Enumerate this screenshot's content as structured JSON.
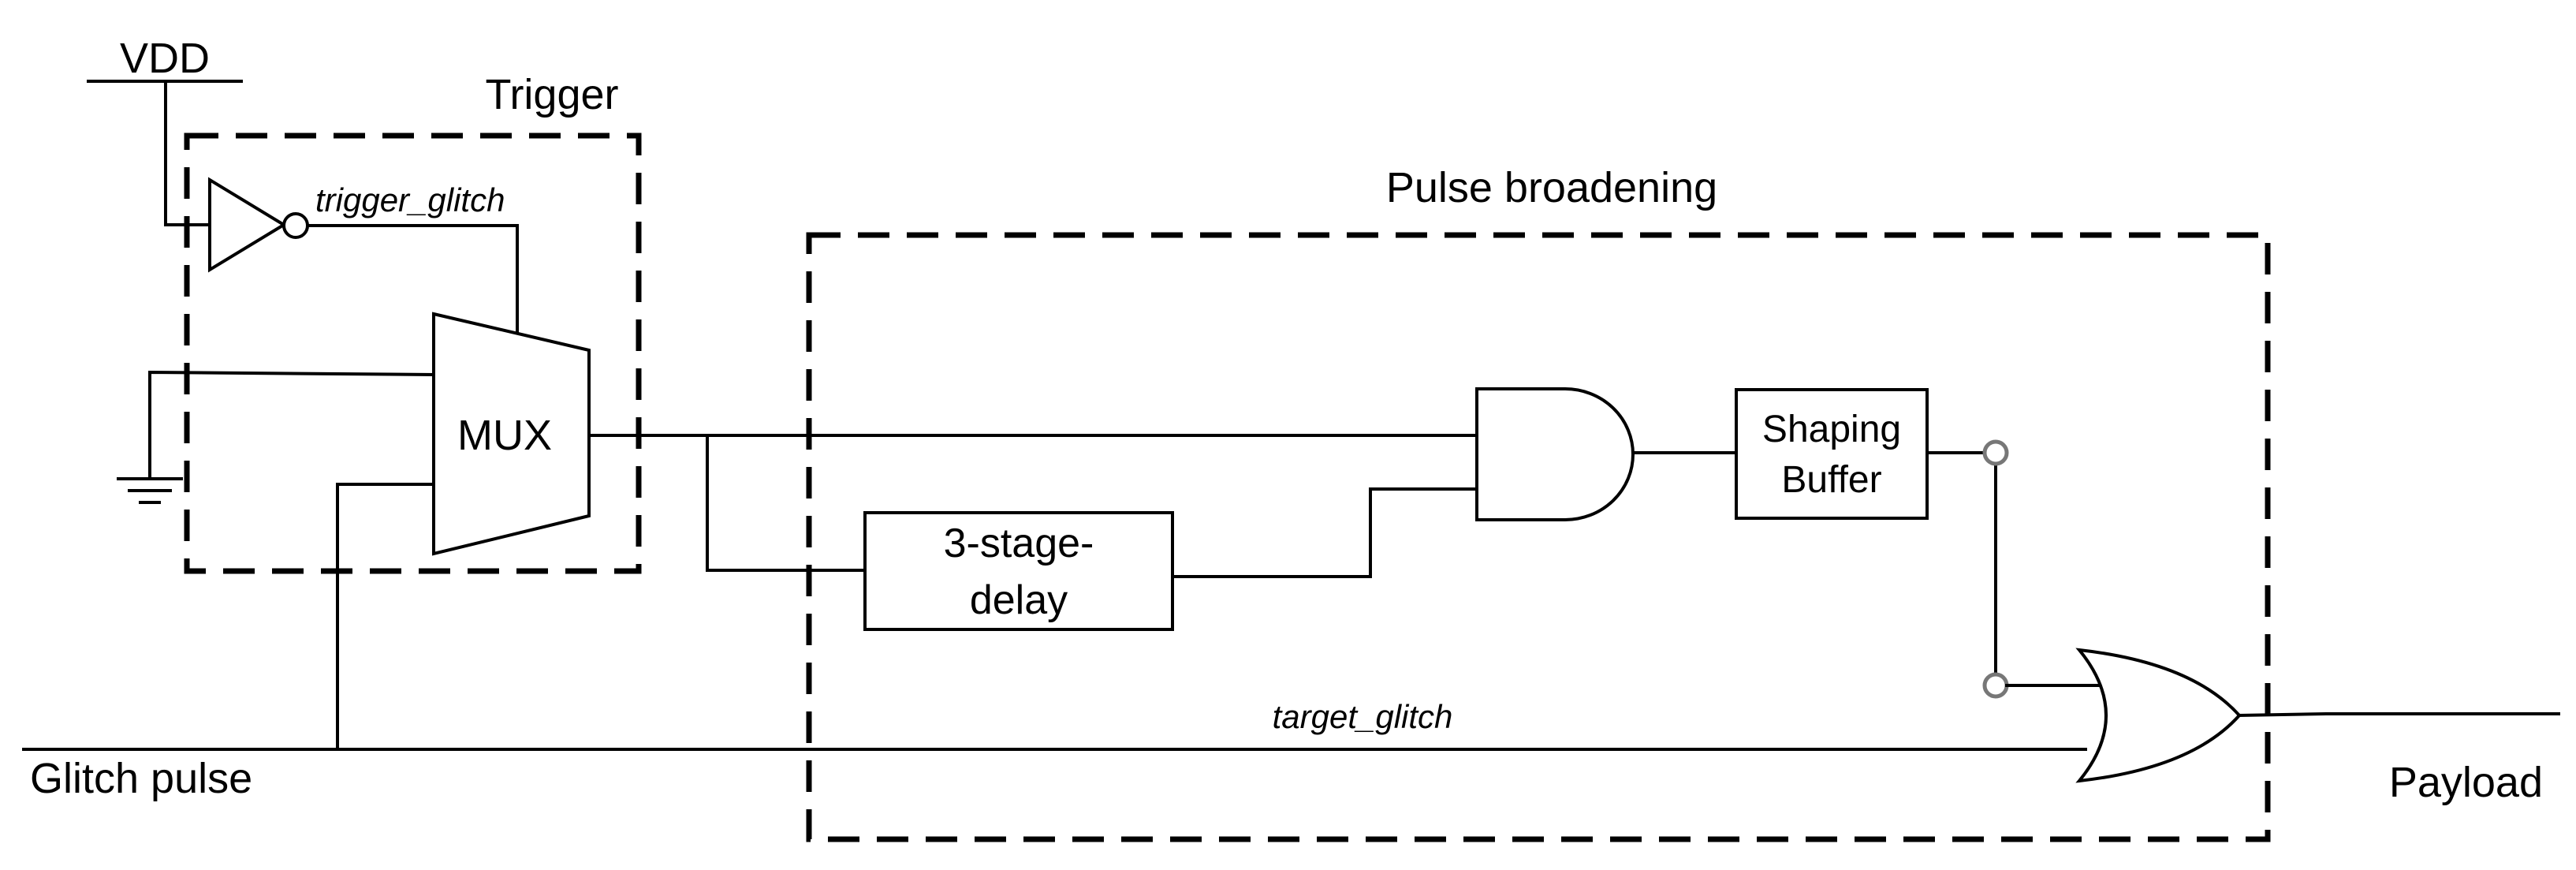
{
  "labels": {
    "vdd": "VDD",
    "trigger_title": "Trigger",
    "pulse_title": "Pulse broadening",
    "trigger_glitch": "trigger_glitch",
    "mux": "MUX",
    "delay_line1": "3-stage-",
    "delay_line2": "delay",
    "shaping_line1": "Shaping",
    "shaping_line2": "Buffer",
    "target_glitch": "target_glitch",
    "glitch_pulse": "Glitch pulse",
    "payload": "Payload"
  }
}
